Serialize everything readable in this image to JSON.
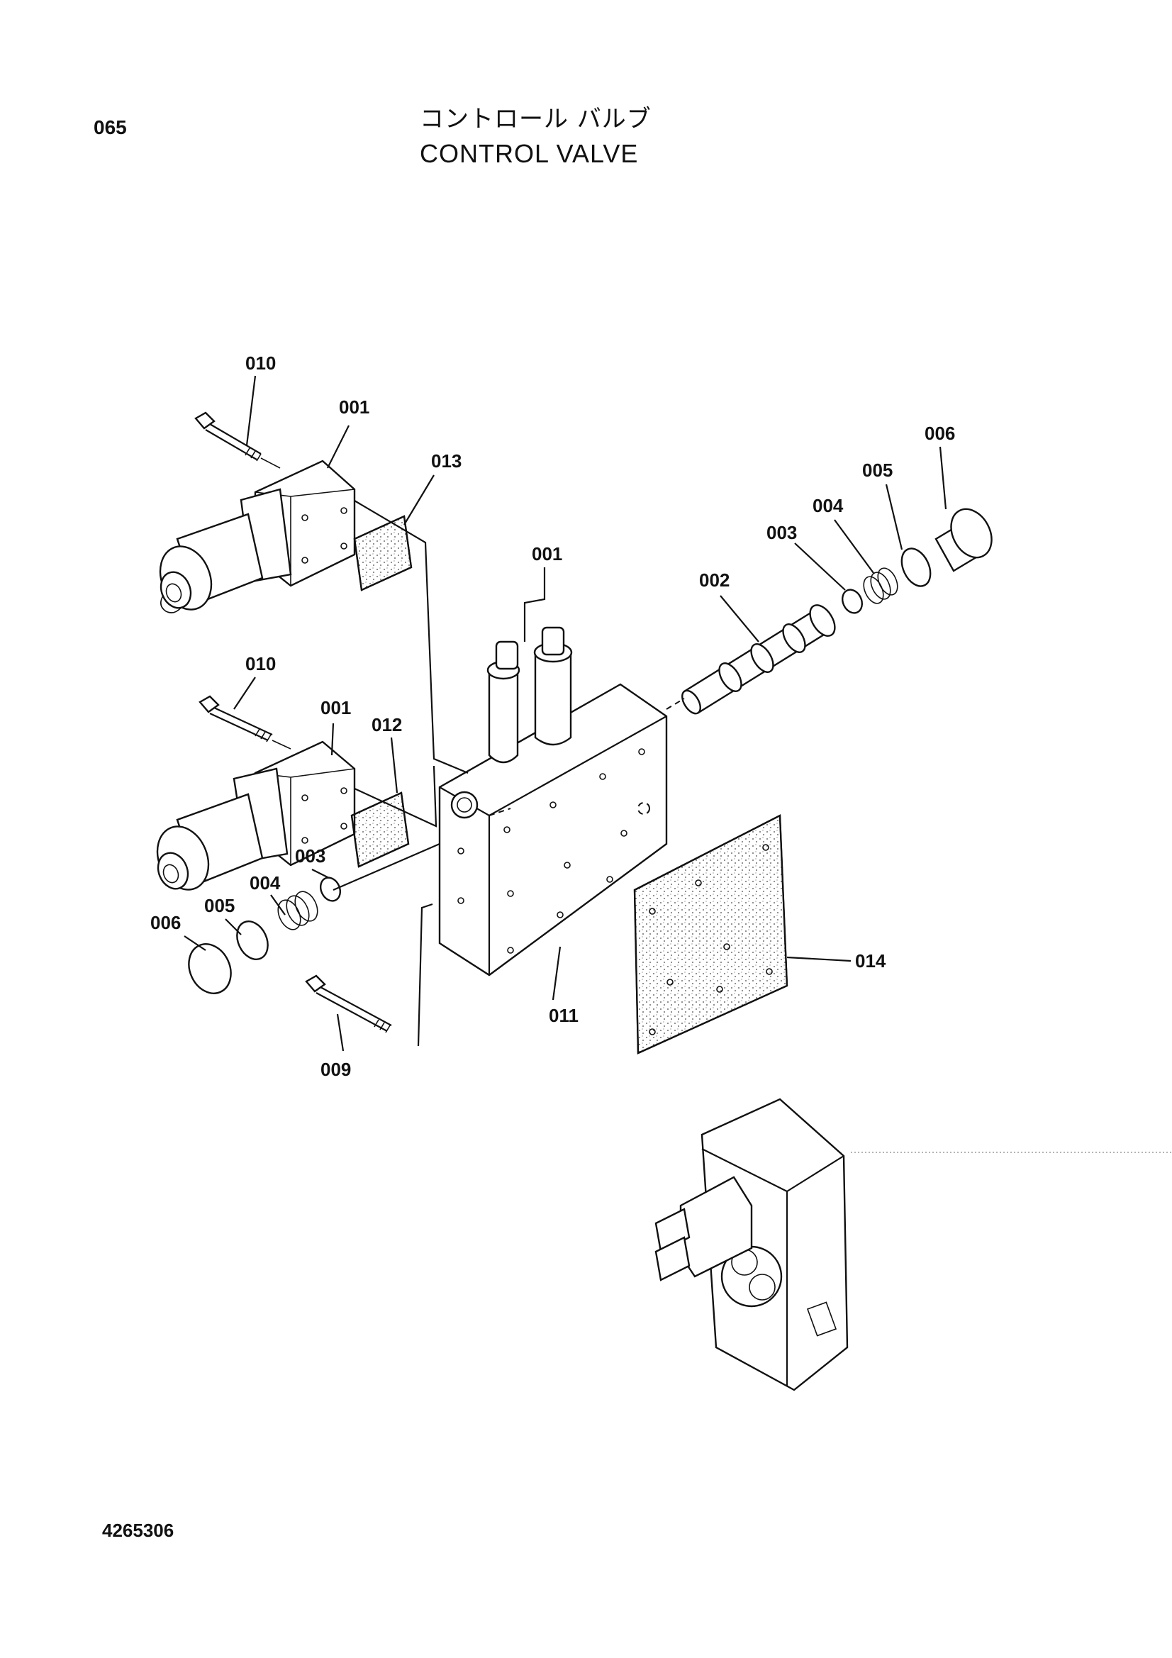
{
  "header": {
    "page_number": "065",
    "title_jp": "コントロール バルブ",
    "title_en": "CONTROL VALVE"
  },
  "footer": {
    "drawing_number": "4265306"
  },
  "callouts": [
    {
      "id": "c1",
      "label": "010"
    },
    {
      "id": "c2",
      "label": "001"
    },
    {
      "id": "c3",
      "label": "013"
    },
    {
      "id": "c4",
      "label": "001"
    },
    {
      "id": "c5",
      "label": "006"
    },
    {
      "id": "c6",
      "label": "005"
    },
    {
      "id": "c7",
      "label": "004"
    },
    {
      "id": "c8",
      "label": "003"
    },
    {
      "id": "c9",
      "label": "002"
    },
    {
      "id": "c10",
      "label": "010"
    },
    {
      "id": "c11",
      "label": "001"
    },
    {
      "id": "c12",
      "label": "012"
    },
    {
      "id": "c13",
      "label": "003"
    },
    {
      "id": "c14",
      "label": "004"
    },
    {
      "id": "c15",
      "label": "005"
    },
    {
      "id": "c16",
      "label": "006"
    },
    {
      "id": "c17",
      "label": "014"
    },
    {
      "id": "c18",
      "label": "011"
    },
    {
      "id": "c19",
      "label": "009"
    }
  ]
}
